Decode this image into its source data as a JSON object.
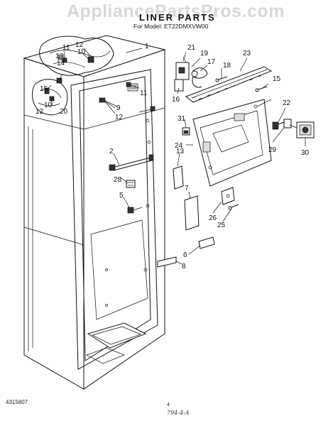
{
  "watermark": "AppliancePartsPros.com",
  "header": {
    "title": "LINER PARTS",
    "model_line": "For Model: ET22DMXVW00"
  },
  "footer": {
    "doc_number": "4315807",
    "page_number": "4",
    "signature": "794-4-A"
  },
  "callouts": [
    "1",
    "2",
    "5",
    "6",
    "7",
    "8",
    "9",
    "10",
    "10",
    "10",
    "11",
    "11",
    "12",
    "12",
    "12",
    "13",
    "14",
    "15",
    "15",
    "15",
    "16",
    "17",
    "18",
    "19",
    "20",
    "21",
    "22",
    "23",
    "24",
    "25",
    "26",
    "28",
    "29",
    "30",
    "31"
  ]
}
